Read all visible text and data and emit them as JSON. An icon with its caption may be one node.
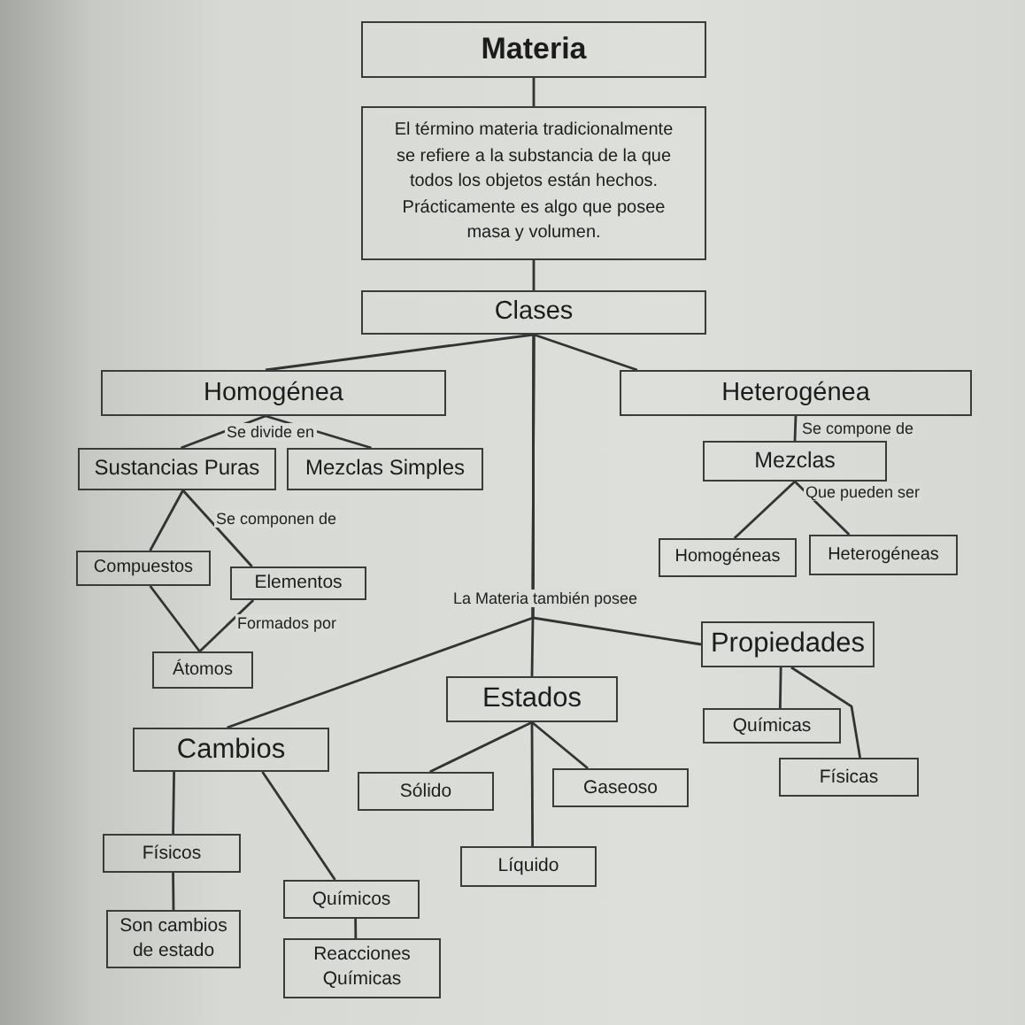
{
  "diagram": {
    "nodes": [
      {
        "text": [
          "Materia"
        ]
      },
      {
        "text": [
          "El término materia tradicionalmente se refiere a la substancia de la que todos los objetos están hechos. Prácticamente es algo que posee masa y volumen."
        ]
      },
      {
        "text": [
          "Clases"
        ]
      },
      {
        "text": [
          "Homogénea"
        ]
      },
      {
        "text": [
          "Heterogénea"
        ]
      },
      {
        "text": [
          "Sustancias Puras"
        ]
      },
      {
        "text": [
          "Mezclas Simples"
        ]
      },
      {
        "text": [
          "Mezclas"
        ]
      },
      {
        "text": [
          "Homogéneas"
        ]
      },
      {
        "text": [
          "Heterogéneas"
        ]
      },
      {
        "text": [
          "Compuestos"
        ]
      },
      {
        "text": [
          "Elementos"
        ]
      },
      {
        "text": [
          "Átomos"
        ]
      },
      {
        "text": [
          "Propiedades"
        ]
      },
      {
        "text": [
          "Estados"
        ]
      },
      {
        "text": [
          "Cambios"
        ]
      },
      {
        "text": [
          "Sólido"
        ]
      },
      {
        "text": [
          "Gaseoso"
        ]
      },
      {
        "text": [
          "Químicas"
        ]
      },
      {
        "text": [
          "Físicas"
        ]
      },
      {
        "text": [
          "Líquido"
        ]
      },
      {
        "text": [
          "Físicos"
        ]
      },
      {
        "text": [
          "Químicos"
        ]
      },
      {
        "text": [
          "Son cambios de estado"
        ]
      },
      {
        "text": [
          "Reacciones Químicas"
        ]
      }
    ],
    "edges": [
      {
        "from": 0,
        "to": 1,
        "arrow": "none"
      },
      {
        "from": 1,
        "to": 2,
        "arrow": "none"
      },
      {
        "from": 2,
        "to": 3,
        "arrow": "none"
      },
      {
        "from": 2,
        "to": 4,
        "arrow": "none"
      },
      {
        "from": 3,
        "to": 5,
        "arrow": "none",
        "label": "Se divide en"
      },
      {
        "from": 3,
        "to": 6,
        "arrow": "none"
      },
      {
        "from": 4,
        "to": 7,
        "arrow": "none",
        "label": "Se compone de"
      },
      {
        "from": 7,
        "to": 8,
        "arrow": "none"
      },
      {
        "from": 7,
        "to": 9,
        "arrow": "none",
        "label": "Que pueden ser"
      },
      {
        "from": 5,
        "to": 10,
        "arrow": "none"
      },
      {
        "from": 5,
        "to": 11,
        "arrow": "none",
        "label": "Se componen de"
      },
      {
        "from": 10,
        "to": 12,
        "arrow": "none"
      },
      {
        "from": 11,
        "to": 12,
        "arrow": "none",
        "label": "Formados por"
      },
      {
        "from": 2,
        "to": 15,
        "arrow": "none"
      },
      {
        "from": 2,
        "to": 14,
        "arrow": "none",
        "label": "La Materia también posee"
      },
      {
        "from": 2,
        "to": 13,
        "arrow": "none"
      },
      {
        "from": 14,
        "to": 16,
        "arrow": "none"
      },
      {
        "from": 14,
        "to": 20,
        "arrow": "none"
      },
      {
        "from": 14,
        "to": 17,
        "arrow": "none"
      },
      {
        "from": 13,
        "to": 18,
        "arrow": "none"
      },
      {
        "from": 13,
        "to": 19,
        "arrow": "none"
      },
      {
        "from": 15,
        "to": 21,
        "arrow": "none"
      },
      {
        "from": 15,
        "to": 22,
        "arrow": "none"
      },
      {
        "from": 21,
        "to": 23,
        "arrow": "none"
      },
      {
        "from": 22,
        "to": 24,
        "arrow": "none"
      }
    ]
  }
}
